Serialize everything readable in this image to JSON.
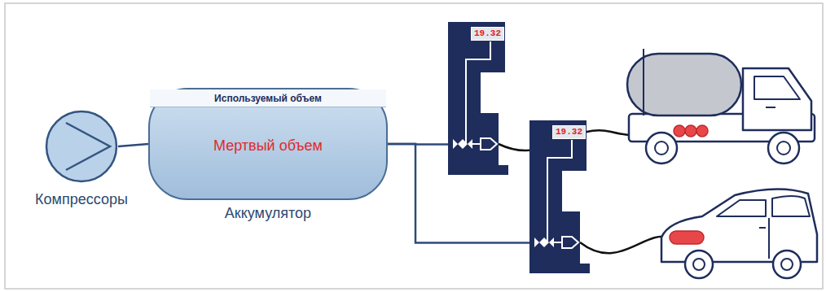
{
  "diagram": {
    "nodes": [
      {
        "text": [
          "Компрессоры"
        ]
      },
      {
        "text": [
          "Используемый объем",
          "Мертвый объем",
          "Аккумулятор"
        ]
      },
      {
        "text": [
          "19.32"
        ]
      },
      {
        "text": [
          "19.32"
        ]
      }
    ],
    "edges": [
      {
        "from": 0,
        "to": 1,
        "arrow": "none"
      },
      {
        "from": 1,
        "to": 2,
        "arrow": "none"
      },
      {
        "from": 1,
        "to": 3,
        "arrow": "none"
      }
    ]
  }
}
